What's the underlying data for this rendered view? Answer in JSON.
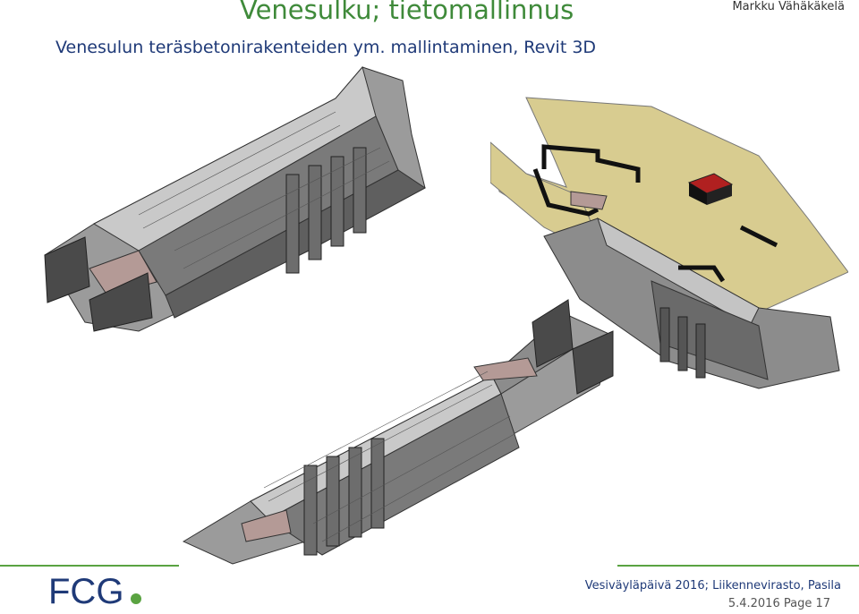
{
  "header": {
    "title": "Venesulku; tietomallinnus",
    "author": "Markku Vähäkäkelä",
    "subtitle": "Venesulun teräsbetonirakenteiden ym. mallintaminen, Revit 3D"
  },
  "figures": [
    {
      "name": "revit-3d-model-view-1"
    },
    {
      "name": "revit-3d-model-view-2"
    },
    {
      "name": "revit-3d-model-view-3"
    }
  ],
  "colors": {
    "title_green": "#3f8a3a",
    "subtitle_blue": "#1f3a78",
    "rule_green": "#5aa341",
    "logo_blue": "#1f3a78",
    "logo_green": "#5aa341",
    "terrain": "#d8cc90",
    "concrete": "#8a8a8a",
    "roof_red": "#b02020"
  },
  "logo": {
    "text": "FCG"
  },
  "footer": {
    "event": "Vesiväyläpäivä 2016; Liikennevirasto, Pasila",
    "date_page": "5.4.2016  Page 17"
  }
}
